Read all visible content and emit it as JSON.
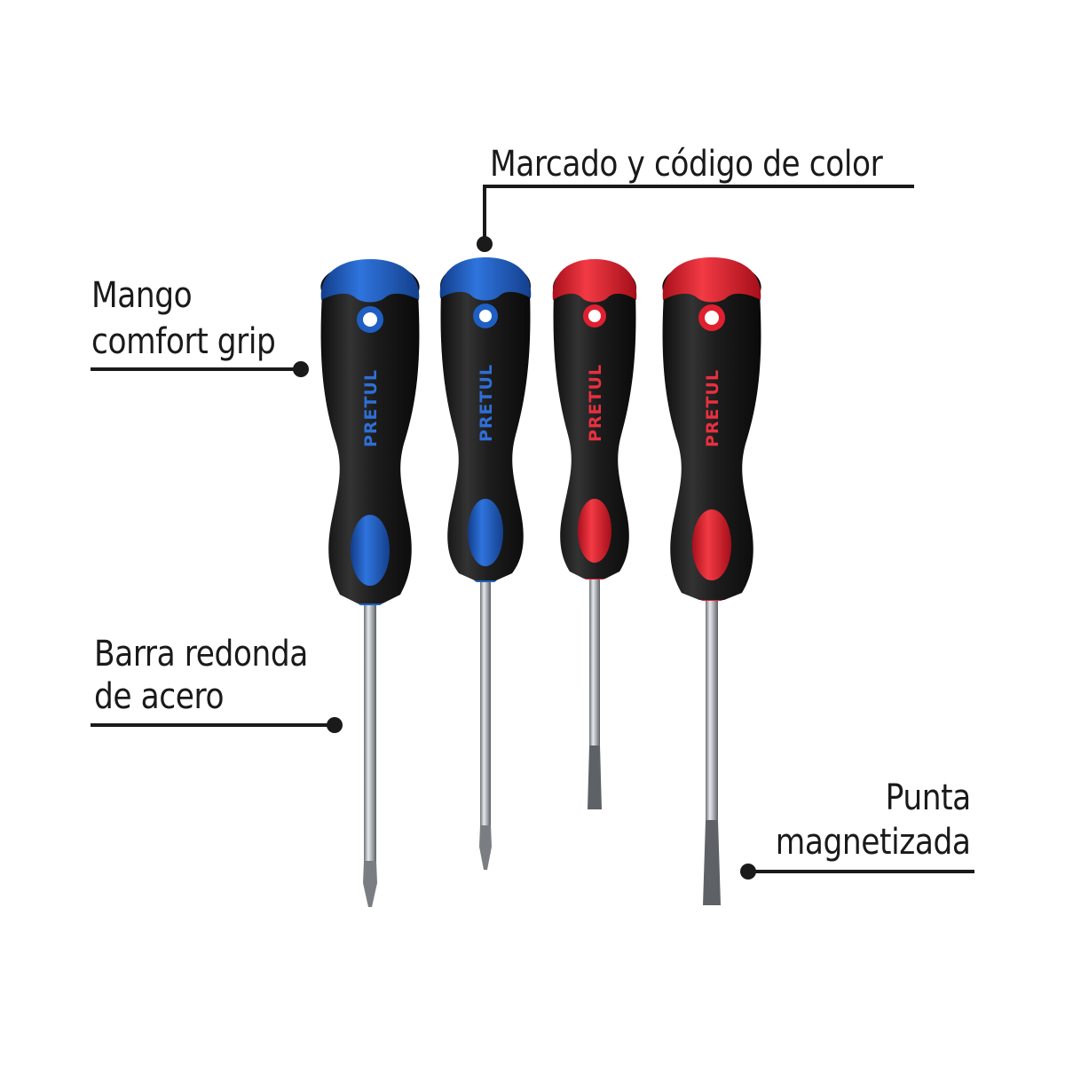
{
  "callouts": {
    "top": {
      "text": "Marcado y código de color"
    },
    "grip": {
      "line1": "Mango",
      "line2": "comfort grip"
    },
    "bar": {
      "line1": "Barra redonda",
      "line2": "de acero"
    },
    "tip": {
      "line1": "Punta",
      "line2": "magnetizada"
    }
  },
  "screwdrivers": [
    {
      "brand": "PRETUL",
      "tip": "phillips-tip",
      "accent": "#1f5fc4"
    },
    {
      "brand": "PRETUL",
      "tip": "phillips-tip",
      "accent": "#1f5fc4"
    },
    {
      "brand": "PRETUL",
      "tip": "slotted-tip",
      "accent": "#e02030"
    },
    {
      "brand": "PRETUL",
      "tip": "slotted-tip",
      "accent": "#e02030"
    }
  ],
  "colors": {
    "handle_body": "#1b1b1b",
    "shaft": "#b9bcc0",
    "line": "#1a1a1a"
  }
}
